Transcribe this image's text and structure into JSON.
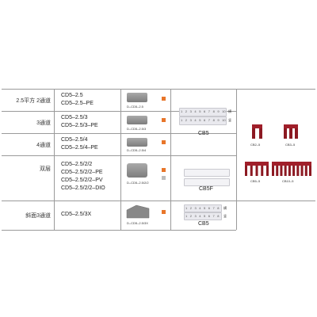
{
  "rows": [
    {
      "category": "2.5平方  2通道",
      "models": [
        "CD5–2.5",
        "CD5–2.5–PE"
      ],
      "endplate_label": "D–CD5–2.5"
    },
    {
      "category": "3通道",
      "models": [
        "CD5–2.5/3",
        "CD5–2.5/3–PE"
      ],
      "endplate_label": "D–CD5–2.5/3"
    },
    {
      "category": "4通道",
      "models": [
        "CD5–2.5/4",
        "CD5–2.5/4–PE"
      ],
      "endplate_label": "D–CD5–2.5/4"
    },
    {
      "category": "双层",
      "models": [
        "CD5–2.5/2/2",
        "CD5–2.5/2/2–PE",
        "CD5–2.5/2/2–PV",
        "CD5–2.5/2/2–DIO"
      ],
      "endplate_label": "D–CD5–2.5/2/2"
    },
    {
      "category": "斜面3通道",
      "models": [
        "CD5–2.5/3X"
      ],
      "endplate_label": "D–CD5–2.5/3X"
    }
  ],
  "markers": {
    "cb5_top": "CB5",
    "cb5f": "CB5F",
    "cb5_bottom": "CB5",
    "side_top": "横",
    "side_bottom": "竖",
    "numbers": [
      "1",
      "2",
      "3",
      "4",
      "5",
      "6",
      "7",
      "8",
      "9",
      "10"
    ]
  },
  "bridges": {
    "cb2": "CB2–5",
    "cb3": "CB3–5",
    "cb5": "CB5–5",
    "cb10": "CB10–5"
  },
  "colors": {
    "bridge_red": "#a01f2a",
    "accent_orange": "#e8762a",
    "line_grey": "#9a9a9a"
  }
}
